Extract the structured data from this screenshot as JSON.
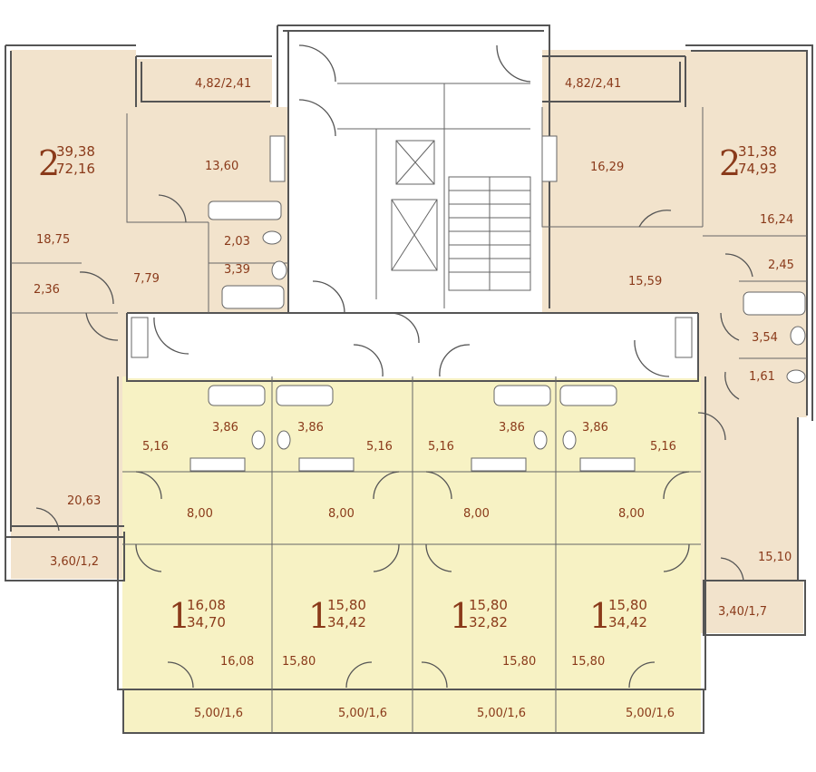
{
  "apartments": {
    "a2_left": {
      "rooms": "2",
      "living": "39,38",
      "total": "72,16",
      "color": "#f2e3cc"
    },
    "a2_right": {
      "rooms": "2",
      "living": "31,38",
      "total": "74,93",
      "color": "#f2e3cc"
    },
    "a1_1": {
      "rooms": "1",
      "living": "16,08",
      "total": "34,70",
      "color": "#f7f2c4"
    },
    "a1_2": {
      "rooms": "1",
      "living": "15,80",
      "total": "34,42",
      "color": "#f7f2c4"
    },
    "a1_3": {
      "rooms": "1",
      "living": "15,80",
      "total": "32,82",
      "color": "#f7f2c4"
    },
    "a1_4": {
      "rooms": "1",
      "living": "15,80",
      "total": "34,42",
      "color": "#f7f2c4"
    }
  },
  "areas": {
    "balcony_top_left": "4,82/2,41",
    "balcony_top_right": "4,82/2,41",
    "kitchen_left": "13,60",
    "kitchen_right": "16,29",
    "room_left_top": "18,75",
    "room_right_top": "16,24",
    "wc_left": "2,03",
    "bath_left": "3,39",
    "hall_left": "7,79",
    "closet_left": "2,36",
    "hall_right": "15,59",
    "wc_right": "2,45",
    "bath_right": "3,54",
    "closet_right": "1,61",
    "room_left_bottom": "20,63",
    "loggia_left": "3,60/1,2",
    "room_right_bottom": "15,10",
    "loggia_right": "3,40/1,7",
    "bath_1": "3,86",
    "bath_2": "3,86",
    "bath_3": "3,86",
    "bath_4": "3,86",
    "hall_1": "5,16",
    "hall_2": "5,16",
    "hall_3": "5,16",
    "hall_4": "5,16",
    "kitchen_1": "8,00",
    "kitchen_2": "8,00",
    "kitchen_3": "8,00",
    "kitchen_4": "8,00",
    "room_1": "16,08",
    "room_2": "15,80",
    "room_3": "15,80",
    "room_4": "15,80",
    "balcony_1": "5,00/1,6",
    "balcony_2": "5,00/1,6",
    "balcony_3": "5,00/1,6",
    "balcony_4": "5,00/1,6"
  }
}
